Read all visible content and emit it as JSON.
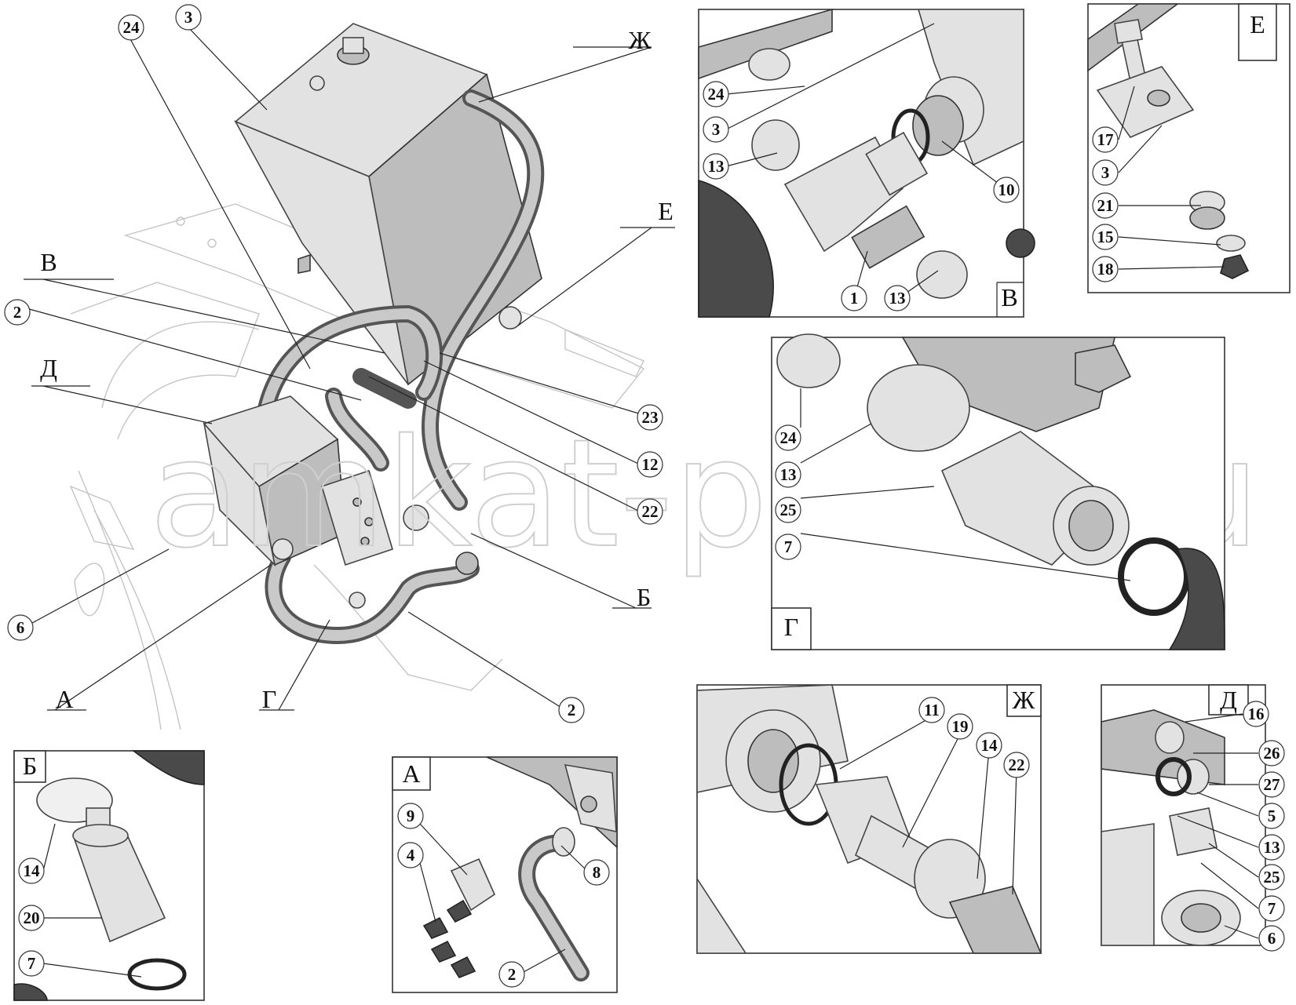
{
  "watermark": "amkat-parts.ru",
  "main_callouts": {
    "c24": "24",
    "c3": "3",
    "c2a": "2",
    "c6": "6",
    "c23": "23",
    "c12": "12",
    "c22": "22",
    "c2b": "2"
  },
  "main_view_letters": {
    "zh": "Ж",
    "e": "Е",
    "v": "В",
    "d": "Д",
    "b": "Б",
    "a": "А",
    "g": "Г"
  },
  "inset_v": {
    "letter": "В",
    "callouts": [
      "24",
      "3",
      "13",
      "10",
      "1",
      "13"
    ]
  },
  "inset_e": {
    "letter": "Е",
    "callouts": [
      "17",
      "3",
      "21",
      "15",
      "18"
    ]
  },
  "inset_g": {
    "letter": "Г",
    "callouts": [
      "24",
      "13",
      "25",
      "7"
    ]
  },
  "inset_zh": {
    "letter": "Ж",
    "callouts": [
      "11",
      "19",
      "14",
      "22"
    ]
  },
  "inset_d": {
    "letter": "Д",
    "callouts": [
      "16",
      "26",
      "27",
      "5",
      "13",
      "25",
      "7",
      "6"
    ]
  },
  "inset_b": {
    "letter": "Б",
    "callouts": [
      "14",
      "20",
      "7"
    ]
  },
  "inset_a": {
    "letter": "А",
    "callouts": [
      "9",
      "4",
      "8",
      "2"
    ]
  }
}
